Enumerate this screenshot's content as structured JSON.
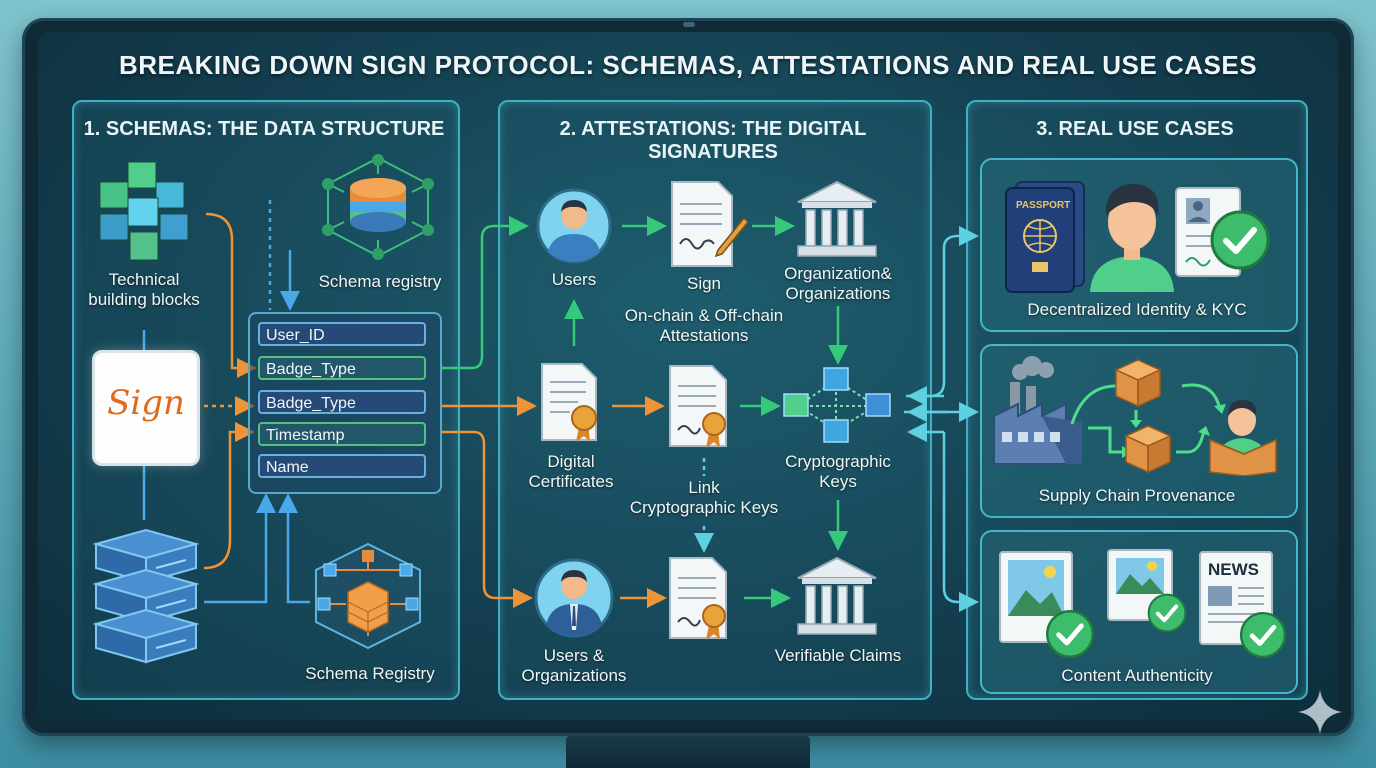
{
  "title": "BREAKING DOWN SIGN PROTOCOL: SCHEMAS, ATTESTATIONS AND REAL USE CASES",
  "colors": {
    "accent_cyan": "#3fb0c4",
    "accent_green": "#35c97a",
    "accent_orange": "#ef9334",
    "accent_blue": "#4aa8e8",
    "brand_orange": "#e06a1a"
  },
  "schemas": {
    "title": "1. SCHEMAS: THE DATA STRUCTURE",
    "technical_blocks": "Technical\nbuilding blocks",
    "registry_top": "Schema registry",
    "registry_bottom": "Schema Registry",
    "logo_text": "Sign",
    "fields": [
      "User_ID",
      "Badge_Type",
      "Badge_Type",
      "Timestamp",
      "Name"
    ]
  },
  "attestations": {
    "title": "2. ATTESTATIONS: THE DIGITAL SIGNATURES",
    "users": "Users",
    "sign": "Sign",
    "on_off_chain": "On-chain & Off-chain\nAttestations",
    "organizations": "Organization&\nOrganizations",
    "digital_certificates": "Digital\nCertificates",
    "link_keys": "Link\nCryptographic Keys",
    "cryptographic_keys": "Cryptographic\nKeys",
    "users_orgs": "Users &\nOrganizations",
    "verifiable_claims": "Verifiable Claims"
  },
  "use_cases": {
    "title": "3. REAL USE CASES",
    "identity": "Decentralized Identity & KYC",
    "passport_label": "PASSPORT",
    "supply_chain": "Supply Chain Provenance",
    "content": "Content Authenticity",
    "news_label": "NEWS"
  },
  "icons": {
    "blocks": "cube-cluster-icon",
    "registry": "layered-database-cube-icon",
    "server": "server-stack-icon",
    "user": "user-avatar-icon",
    "document": "signed-document-icon",
    "bank": "institution-building-icon",
    "certificate": "certificate-ribbon-icon",
    "keys": "key-network-icon",
    "passport": "passport-icon",
    "factory": "factory-icon",
    "box": "package-box-icon",
    "photo": "photo-frame-icon",
    "news": "newspaper-icon",
    "check": "check-badge-icon"
  }
}
